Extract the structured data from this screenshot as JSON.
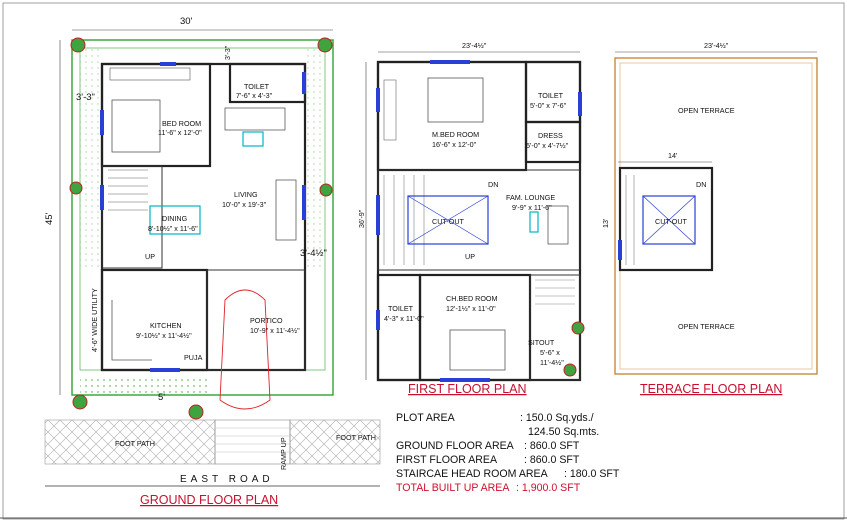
{
  "ground_floor": {
    "title": "GROUND FLOOR PLAN",
    "width_dim": "30'",
    "depth_dim": "45'",
    "dim_setback_top": "3'-3\"",
    "dim_setback_left": "3'-3\"",
    "dim_setback_right": "3'-4½\"",
    "dim_front": "5'",
    "rooms": {
      "toilet": {
        "name": "TOILET",
        "size": "7'-6\" x 4'-3\""
      },
      "bedroom": {
        "name": "BED ROOM",
        "size": "11'-6\" x 12'-0\""
      },
      "living": {
        "name": "LIVING",
        "size": "10'-0\" x 19'-3\""
      },
      "dining": {
        "name": "DINING",
        "size": "8'-10½\" x 11'-6\""
      },
      "kitchen": {
        "name": "KITCHEN",
        "size": "9'-10½\" x 11'-4½\""
      },
      "portico": {
        "name": "PORTICO",
        "size": "10'-9\" x 11'-4½\""
      },
      "puja": "PUJA",
      "utility": "4'-6\" WIDE UTILITY",
      "up": "UP"
    },
    "foot_path": "FOOT PATH",
    "ramp": "RAMP UP",
    "road": "EAST ROAD"
  },
  "first_floor": {
    "title": "FIRST FLOOR PLAN",
    "width_dim": "23'-4½\"",
    "depth_dim": "36'-9\"",
    "rooms": {
      "mbed": {
        "name": "M.BED ROOM",
        "size": "16'-6\" x 12'-0\""
      },
      "toilet1": {
        "name": "TOILET",
        "size": "5'-0\" x 7'-6\""
      },
      "dress": {
        "name": "DRESS",
        "size": "5'-0\" x 4'-7½\""
      },
      "lounge": {
        "name": "FAM. LOUNGE",
        "size": "9'-9\" x 11'-6\""
      },
      "cutout": "CUT-OUT",
      "chbed": {
        "name": "CH.BED ROOM",
        "size": "12'-1½\" x 11'-0\""
      },
      "toilet2": {
        "name": "TOILET",
        "size": "4'-3\" x 11'-0\""
      },
      "sitout": {
        "name": "SITOUT",
        "size1": "5'-6\" x",
        "size2": "11'-4½\""
      },
      "dn": "DN",
      "up": "UP"
    }
  },
  "terrace_floor": {
    "title": "TERRACE FLOOR PLAN",
    "width_dim": "23'-4½\"",
    "inner_width": "14'",
    "inner_depth": "13'",
    "open1": "OPEN TERRACE",
    "open2": "OPEN TERRACE",
    "cutout": "CUT-OUT",
    "dn": "DN"
  },
  "summary": {
    "plot_area_label": "PLOT AREA",
    "plot_area_value": ": 150.0 Sq.yds./",
    "plot_area_value2": "124.50 Sq.mts.",
    "ground_label": "GROUND FLOOR AREA",
    "ground_value": ": 860.0 SFT",
    "first_label": "FIRST FLOOR AREA",
    "first_value": ": 860.0 SFT",
    "stair_label": "STAIRCAE HEAD ROOM AREA",
    "stair_value": ": 180.0 SFT",
    "total_label": "TOTAL BUILT UP AREA",
    "total_value": ": 1,900.0 SFT"
  }
}
